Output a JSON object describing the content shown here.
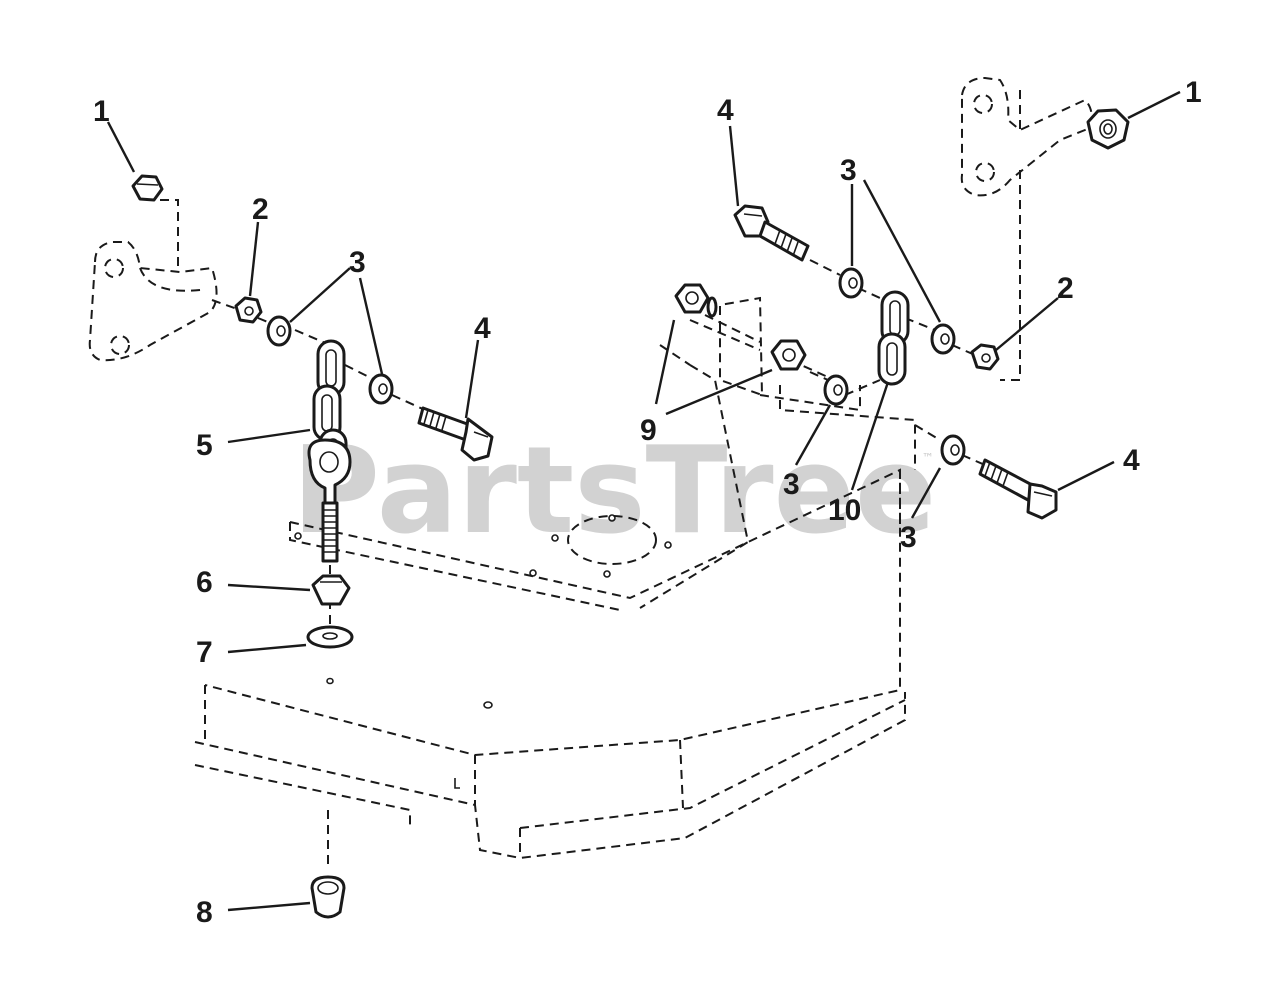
{
  "watermark": {
    "text": "PartsTree",
    "trademark": "™"
  },
  "callouts": [
    {
      "id": "c1-left",
      "label": "1"
    },
    {
      "id": "c2-left",
      "label": "2"
    },
    {
      "id": "c3-left",
      "label": "3"
    },
    {
      "id": "c4-left",
      "label": "4"
    },
    {
      "id": "c5",
      "label": "5"
    },
    {
      "id": "c6",
      "label": "6"
    },
    {
      "id": "c7",
      "label": "7"
    },
    {
      "id": "c8",
      "label": "8"
    },
    {
      "id": "c4-top",
      "label": "4"
    },
    {
      "id": "c3-top",
      "label": "3"
    },
    {
      "id": "c1-right",
      "label": "1"
    },
    {
      "id": "c2-right",
      "label": "2"
    },
    {
      "id": "c9",
      "label": "9"
    },
    {
      "id": "c3-mid",
      "label": "3"
    },
    {
      "id": "c10",
      "label": "10"
    },
    {
      "id": "c3-low",
      "label": "3"
    },
    {
      "id": "c4-right",
      "label": "4"
    }
  ]
}
